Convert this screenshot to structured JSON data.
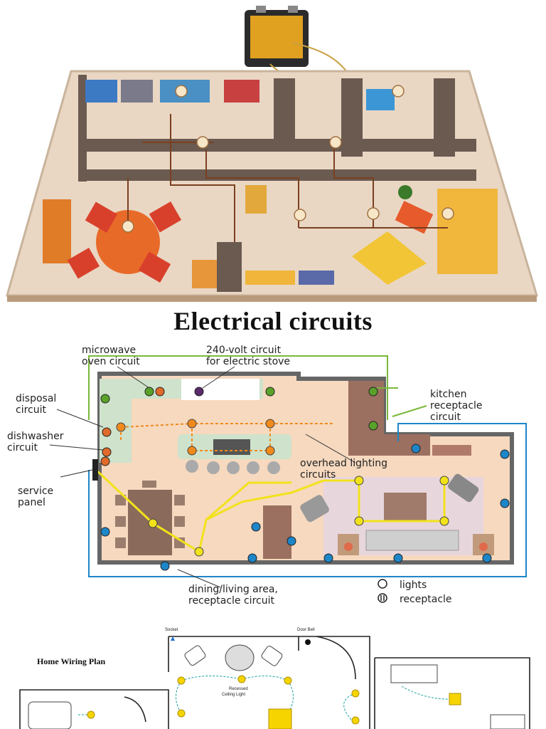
{
  "title": "Electrical circuits",
  "kitchen_plan": {
    "labels": {
      "microwave": [
        "microwave",
        "oven circuit"
      ],
      "stove": [
        "240-volt circuit",
        "for electric stove"
      ],
      "kitchen_receptacle": [
        "kitchen",
        "receptacle",
        "circuit"
      ],
      "disposal": [
        "disposal",
        "circuit"
      ],
      "dishwasher": [
        "dishwasher",
        "circuit"
      ],
      "service_panel": [
        "service",
        "panel"
      ],
      "overhead": [
        "overhead lighting",
        "circuits"
      ],
      "dining": [
        "dining/living area,",
        "receptacle circuit"
      ]
    },
    "legend": {
      "lights": "lights",
      "receptacle": "receptacle"
    },
    "colors": {
      "lighting": "#f2e21a",
      "receptacle": "#1d86c8",
      "kitchen": "#7ab83a",
      "orange": "#f08a1c",
      "floor": "#f6d9bf"
    }
  },
  "home_wiring": {
    "title": "Home Wiring Plan",
    "socket": "Socket",
    "door_bell": "Door Bell",
    "recessed": [
      "Recessed",
      "Ceiling Light"
    ]
  }
}
